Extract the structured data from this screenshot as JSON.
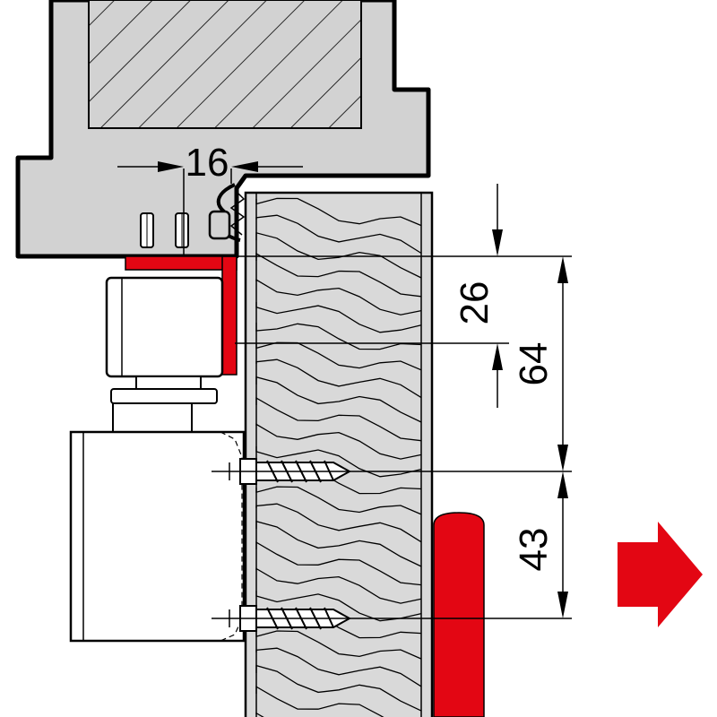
{
  "dimensions": {
    "gap_width": "16",
    "upper_height": "26",
    "total_height": "64",
    "screw_spacing": "43"
  },
  "colors": {
    "frame_gray": "#d2d2d2",
    "wood_gray": "#d9d9d9",
    "core_gray": "#c8c8c8",
    "accent_red": "#e30613",
    "outline": "#000000"
  },
  "icons": {
    "direction": "arrow-right-icon"
  }
}
